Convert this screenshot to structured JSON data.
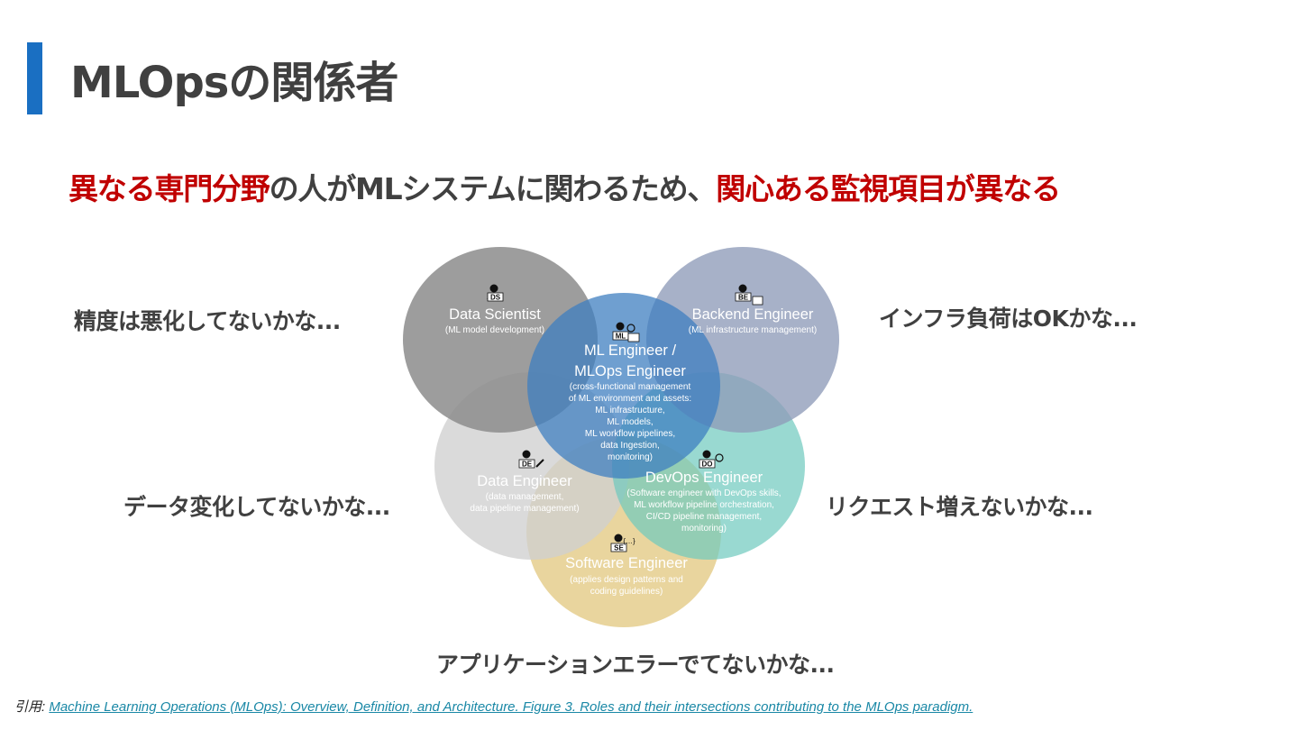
{
  "slide": {
    "title": "MLOpsの関係者",
    "accent_color": "#1a6fc2",
    "subtitle": {
      "part1": "異なる専門分野",
      "part2": "の人がMLシステムに関わるため、",
      "part3": "関心ある監視項目が異なる",
      "highlight_color": "#c00000"
    }
  },
  "thoughts": {
    "data_scientist": "精度は悪化してないかな...",
    "backend_engineer": "インフラ負荷はOKかな...",
    "data_engineer": "データ変化してないかな...",
    "devops_engineer": "リクエスト増えないかな...",
    "software_engineer": "アプリケーションエラーでてないかな..."
  },
  "roles": {
    "ds": {
      "badge": "DS",
      "name": "Data Scientist",
      "desc": [
        "(ML model development)"
      ],
      "color": "#8c8c8c"
    },
    "be": {
      "badge": "BE",
      "name": "Backend Engineer",
      "desc": [
        "(ML infrastructure management)"
      ],
      "color": "#8e9bb8"
    },
    "ml": {
      "badge": "ML",
      "name": [
        "ML Engineer /",
        "MLOps Engineer"
      ],
      "desc": [
        "(cross-functional management",
        "of ML environment and assets:",
        "ML infrastructure,",
        "ML models,",
        "ML workflow pipelines,",
        "data Ingestion,",
        "monitoring)"
      ],
      "color": "#3f7fc0"
    },
    "de": {
      "badge": "DE",
      "name": "Data Engineer",
      "desc": [
        "(data management,",
        "data pipeline management)"
      ],
      "color": "#cfcfcf"
    },
    "do": {
      "badge": "DO",
      "name": "DevOps Engineer",
      "desc": [
        "(Software engineer with DevOps skills,",
        "ML workflow pipeline orchestration,",
        "CI/CD pipeline management,",
        "monitoring)"
      ],
      "color": "#6ec9bd"
    },
    "se": {
      "badge": "SE",
      "name": "Software Engineer",
      "desc": [
        "(applies design patterns and",
        "coding guidelines)"
      ],
      "color": "#e3cb86"
    }
  },
  "citation": {
    "prefix": "引用: ",
    "link_text": "Machine Learning Operations (MLOps): Overview, Definition, and Architecture. Figure 3. Roles and their intersections contributing to the MLOps paradigm."
  }
}
